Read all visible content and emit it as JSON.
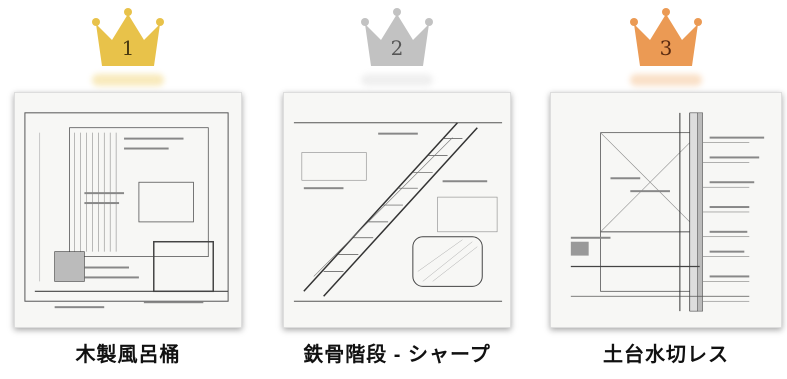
{
  "colors": {
    "gold": "#e8c24a",
    "silver": "#c2c2c2",
    "bronze": "#eb9a54"
  },
  "rankings": [
    {
      "rank": "1",
      "crown_icon": "gold-crown-icon",
      "title": "木製風呂桶"
    },
    {
      "rank": "2",
      "crown_icon": "silver-crown-icon",
      "title": "鉄骨階段 - シャープ"
    },
    {
      "rank": "3",
      "crown_icon": "bronze-crown-icon",
      "title": "土台水切レス"
    }
  ]
}
